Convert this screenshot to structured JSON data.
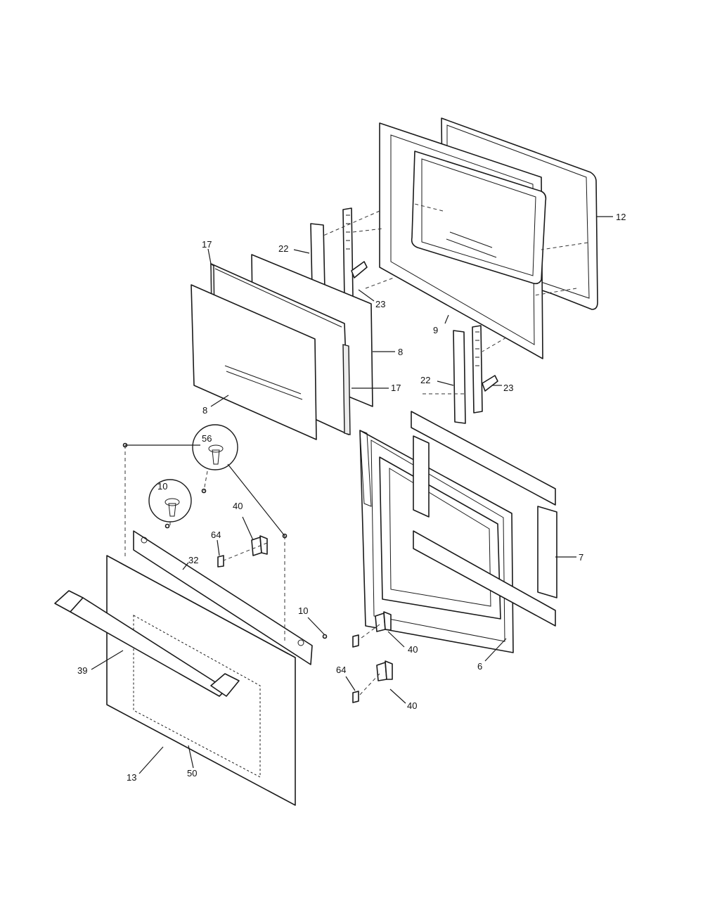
{
  "labels": {
    "l12": "12",
    "l22a": "22",
    "l17a": "17",
    "l23a": "23",
    "l8a": "8",
    "l9": "9",
    "l17b": "17",
    "l8b": "8",
    "l22b": "22",
    "l23b": "23",
    "l56": "56",
    "l10a": "10",
    "l40a": "40",
    "l64a": "64",
    "l32": "32",
    "l7": "7",
    "l10b": "10",
    "l40b": "40",
    "l39": "39",
    "l64b": "64",
    "l6": "6",
    "l40c": "40",
    "l13": "13",
    "l50": "50"
  }
}
